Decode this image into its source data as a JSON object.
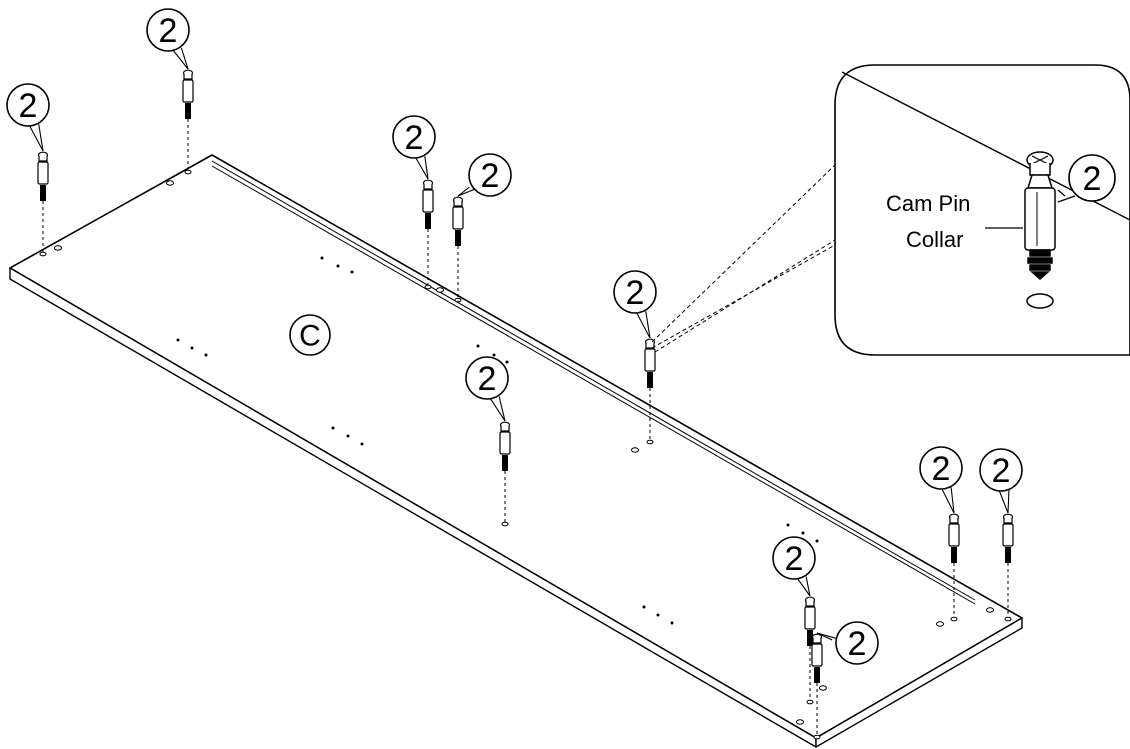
{
  "panel": {
    "letter": "C"
  },
  "part_number": "2",
  "detail": {
    "line1": "Cam Pin",
    "line2": "Collar",
    "part_number": "2"
  }
}
